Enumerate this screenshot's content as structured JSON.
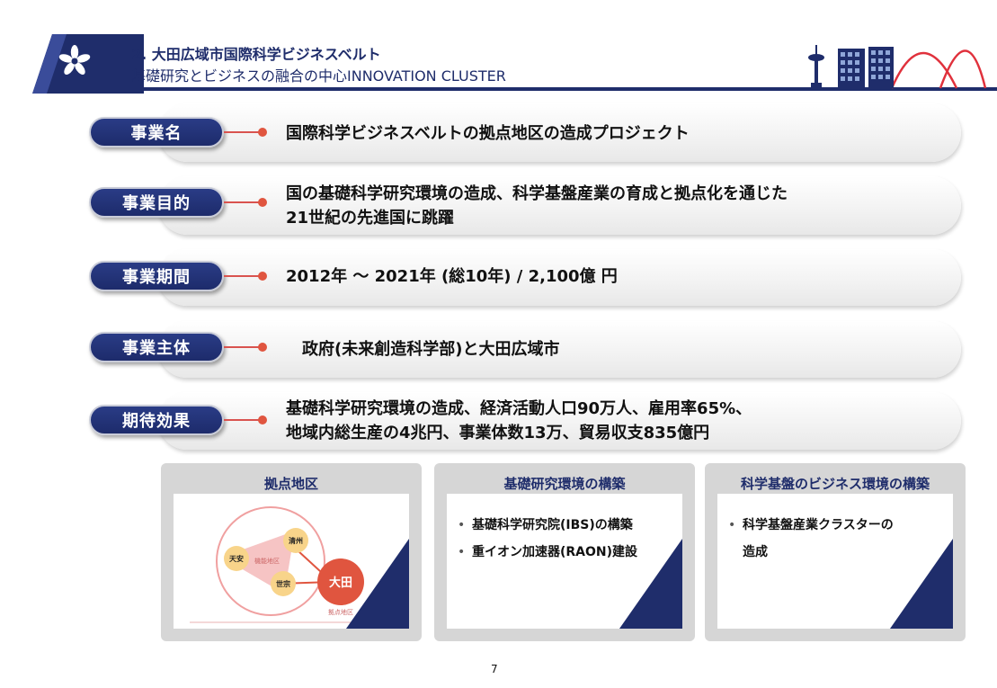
{
  "header": {
    "title_line1": "2. 大田広域市国際科学ビジネスベルト",
    "title_line2": "基礎研究とビジネスの融合の中心INNOVATION CLUSTER"
  },
  "rows": [
    {
      "label": "事業名",
      "lines": [
        "国際科学ビジネスベルトの拠点地区の造成プロジェクト"
      ]
    },
    {
      "label": "事業目的",
      "lines": [
        "国の基礎科学研究環境の造成、科学基盤産業の育成と拠点化を通じた",
        "21世紀の先進国に跳躍"
      ]
    },
    {
      "label": "事業期間",
      "lines": [
        "2012年 〜 2021年 (総10年) / 2,100億 円"
      ]
    },
    {
      "label": "事業主体",
      "lines": [
        "政府(未来創造科学部)と大田広域市"
      ]
    },
    {
      "label": "期待効果",
      "lines": [
        "基礎科学研究環境の造成、経済活動人口90万人、雇用率65%、",
        "地域内総生産の4兆円、事業体数13万、貿易収支835億円"
      ]
    }
  ],
  "cards": [
    {
      "title": "拠点地区",
      "diagram": {
        "cheonan": "天安",
        "cheongju": "清州",
        "sejong": "世宗",
        "daejeon": "大田",
        "functional_area": "機能地区",
        "hub_area": "拠点地区"
      }
    },
    {
      "title": "基礎研究環境の構築",
      "bullets": [
        {
          "lines": [
            "基礎科学研究院(IBS)の構築"
          ]
        },
        {
          "lines": [
            "重イオン加速器(RAON)建設"
          ]
        }
      ]
    },
    {
      "title": "科学基盤のビジネス環境の構築",
      "bullets": [
        {
          "lines": [
            "科学基盤産業クラスターの",
            "造成"
          ]
        }
      ]
    }
  ],
  "bullet_mark": "•",
  "page_number": "7",
  "colors": {
    "navy": "#1f2d6b",
    "accent_red": "#e0553f",
    "pink": "#f4b8b8"
  }
}
